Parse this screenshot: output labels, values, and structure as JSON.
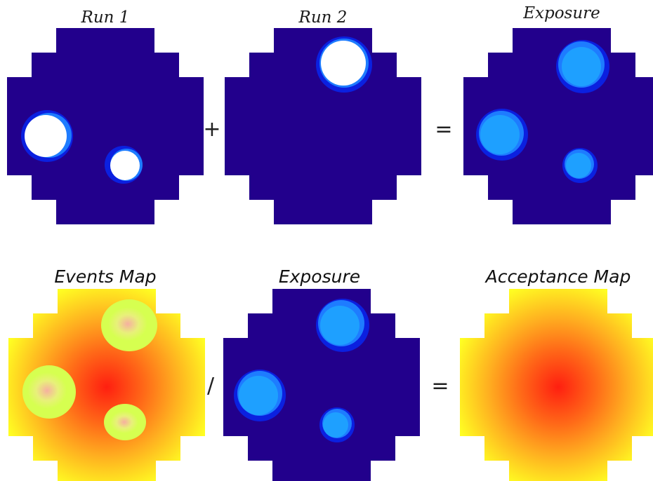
{
  "row1": {
    "panels": [
      {
        "title": "Run 1"
      },
      {
        "title": "Run 2"
      },
      {
        "title": "Exposure"
      }
    ],
    "operators": [
      "+",
      "="
    ]
  },
  "row2": {
    "panels": [
      {
        "title": "Events Map"
      },
      {
        "title": "Exposure"
      },
      {
        "title": "Acceptance Map"
      }
    ],
    "operators": [
      "/",
      "="
    ]
  },
  "colors": {
    "background_field": "#22008c",
    "halo_outer": "#0b20e0",
    "halo_mid": "#1e7cff",
    "core_white": "#ffffff",
    "exposure_fill": "#1ea0ff",
    "heat_center": "#ff2a10",
    "heat_mid": "#ff9a20",
    "heat_edge": "#ffff20",
    "excluded_region": "#d6ff55"
  }
}
